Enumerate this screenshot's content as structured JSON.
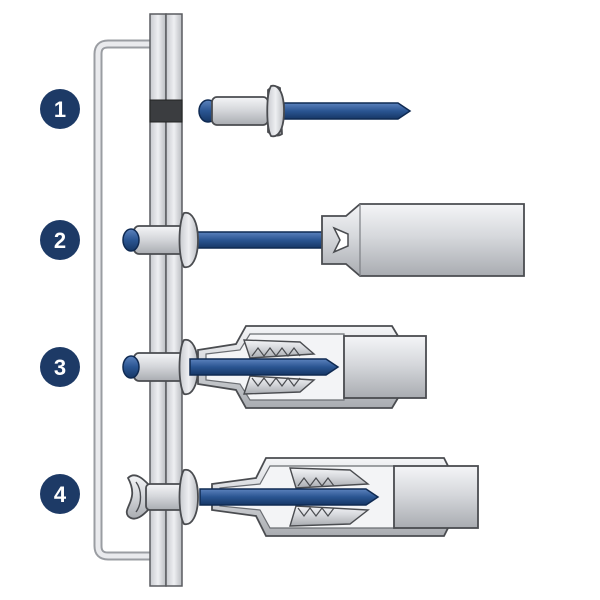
{
  "steps": [
    {
      "number": "1"
    },
    {
      "number": "2"
    },
    {
      "number": "3"
    },
    {
      "number": "4"
    }
  ],
  "colors": {
    "badge": "#1d3a66",
    "mandrel": "#2a5592",
    "mandrel_dark": "#163766",
    "metal_light": "#e8e9ec",
    "metal_mid": "#c9cbd0",
    "metal_dark": "#8e9196",
    "outline": "#4a4c50",
    "background": "#ffffff"
  },
  "icons": [
    "rivet-icon",
    "rivet-tool-icon",
    "sheet-plate-icon"
  ]
}
